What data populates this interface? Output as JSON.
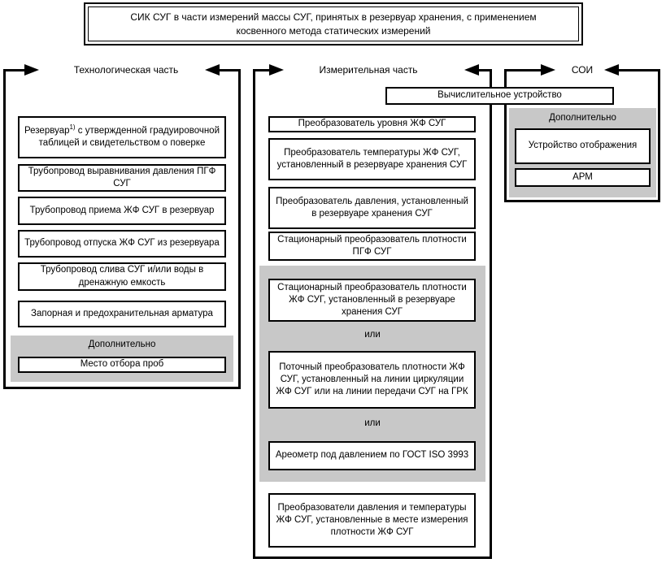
{
  "title": {
    "text": "СИК СУГ в части измерений массы СУГ, принятых в резервуар хранения, с применением косвенного метода статических измерений"
  },
  "colors": {
    "line": "#000000",
    "gray_fill": "#c8c8c8",
    "background": "#ffffff"
  },
  "computing_device": "Вычислительное устройство",
  "tech": {
    "header": "Технологическая часть",
    "reservoir": {
      "prefix": "Резервуар",
      "sup": "1)",
      "rest": " с утвержденной градуировочной таблицей и свидетельством о поверке"
    },
    "boxes": [
      "Трубопровод выравнивания давления ПГФ СУГ",
      "Трубопровод приема ЖФ СУГ в резервуар",
      "Трубопровод отпуска ЖФ СУГ из резервуара",
      "Трубопровод слива СУГ и/или воды в дренажную емкость",
      "Запорная и предохранительная арматура"
    ],
    "optional": {
      "label": "Дополнительно",
      "item": "Место отбора проб"
    }
  },
  "measure": {
    "header": "Измерительная часть",
    "boxes": [
      "Преобразователь уровня ЖФ СУГ",
      "Преобразователь температуры ЖФ СУГ, установленный в резервуаре хранения СУГ",
      "Преобразователь давления, установленный в резервуаре хранения СУГ",
      "Стационарный преобразователь плотности ПГФ СУГ"
    ],
    "density_group": {
      "option1": "Стационарный преобразователь плотности ЖФ СУГ, установленный в резервуаре хранения СУГ",
      "or1": "или",
      "option2": "Поточный преобразователь плотности ЖФ СУГ, установленный на линии циркуляции ЖФ СУГ или на линии передачи СУГ на ГРК",
      "or2": "или",
      "option3": "Ареометр под давлением по ГОСТ ISO 3993"
    },
    "bottom_box": "Преобразователи давления и температуры ЖФ СУГ, установленные в месте измерения плотности ЖФ СУГ"
  },
  "soi": {
    "header": "СОИ",
    "optional": {
      "label": "Дополнительно",
      "items": [
        "Устройство отображения",
        "АРМ"
      ]
    }
  }
}
